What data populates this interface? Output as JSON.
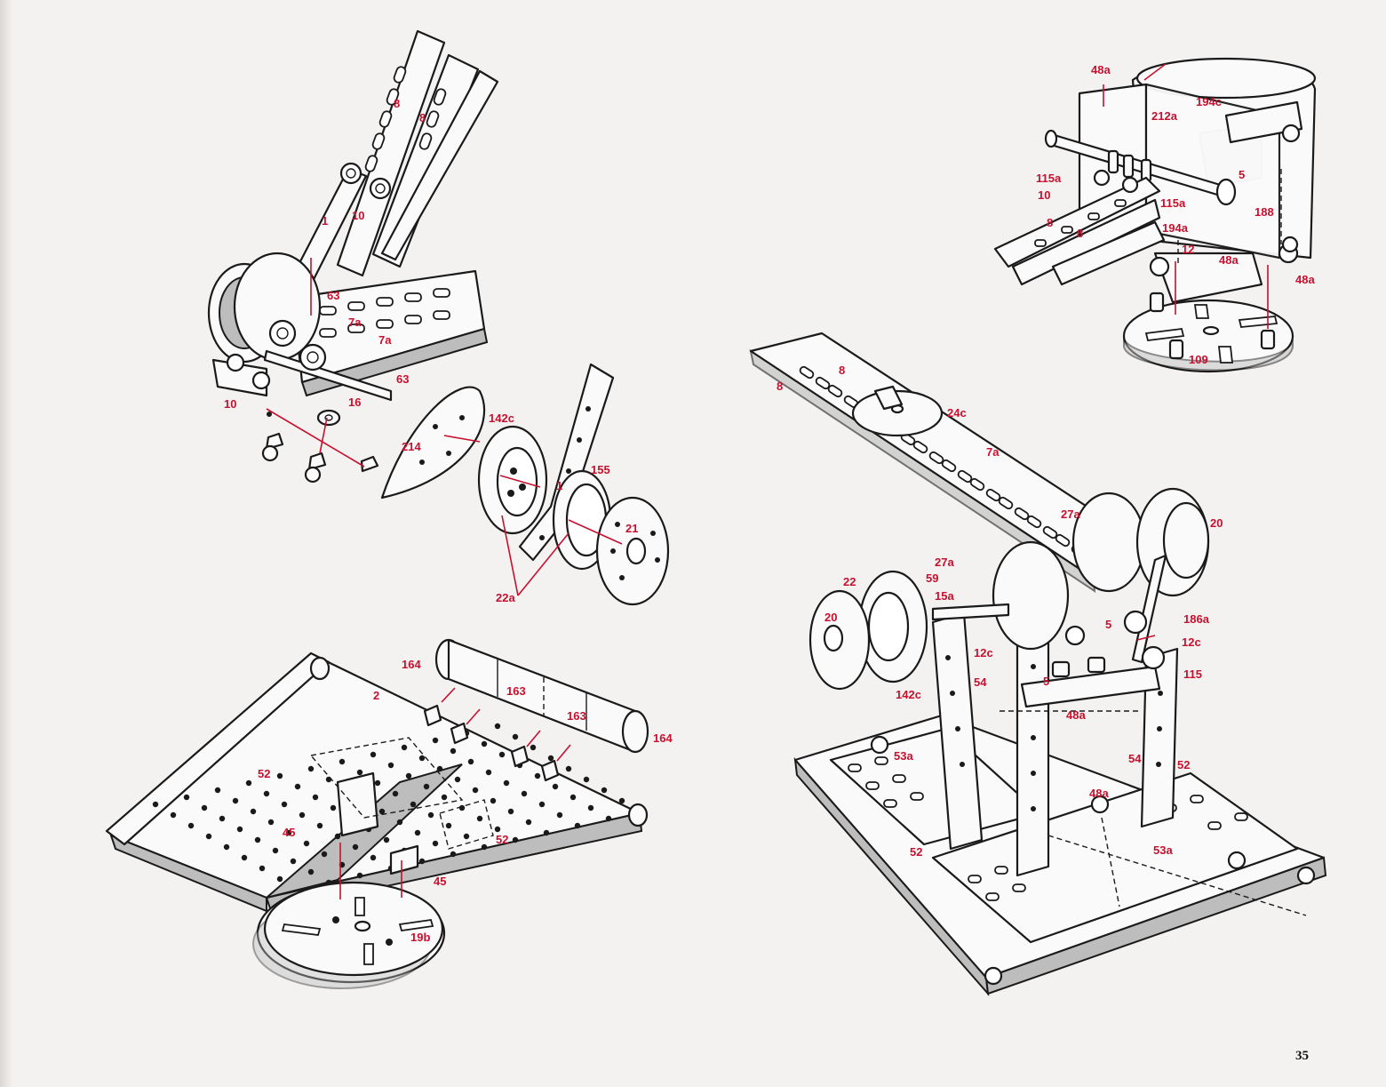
{
  "page_number": "35",
  "colors": {
    "label": "#c8102e",
    "ink": "#1a1a1a",
    "paper": "#f4f2f1"
  },
  "labels": {
    "a_8_1": "8",
    "a_8_2": "8",
    "a_1": "1",
    "a_10_1": "10",
    "a_63_1": "63",
    "a_7a_1": "7a",
    "a_7a_2": "7a",
    "a_63_2": "63",
    "a_10_2": "10",
    "a_16": "16",
    "a_214": "214",
    "a_142c": "142c",
    "a_155": "155",
    "a_1b": "1",
    "a_21": "21",
    "a_22a": "22a",
    "b_164_1": "164",
    "b_2": "2",
    "b_163_1": "163",
    "b_163_2": "163",
    "b_164_2": "164",
    "b_52_1": "52",
    "b_45_1": "45",
    "b_52_2": "52",
    "b_45_2": "45",
    "b_19b": "19b",
    "c_48a_1": "48a",
    "c_194c": "194c",
    "c_212a": "212a",
    "c_115a_1": "115a",
    "c_5": "5",
    "c_10": "10",
    "c_115a_2": "115a",
    "c_188": "188",
    "c_8_1": "8",
    "c_8_2": "8",
    "c_194a": "194a",
    "c_12": "12",
    "c_48a_2": "48a",
    "c_48a_3": "48a",
    "c_109": "109",
    "d_8_1": "8",
    "d_8_2": "8",
    "d_24c": "24c",
    "d_7a": "7a",
    "d_27a_1": "27a",
    "d_20_1": "20",
    "d_27a_2": "27a",
    "d_59": "59",
    "d_22": "22",
    "d_15a": "15a",
    "d_20_2": "20",
    "d_5_1": "5",
    "d_186a": "186a",
    "d_12c_1": "12c",
    "d_12c_2": "12c",
    "d_115": "115",
    "d_54_1": "54",
    "d_5_2": "5",
    "d_142c": "142c",
    "d_48a_1": "48a",
    "d_53a_1": "53a",
    "d_54_2": "54",
    "d_52_1": "52",
    "d_48a_2": "48a",
    "d_52_2": "52",
    "d_53a_2": "53a"
  }
}
